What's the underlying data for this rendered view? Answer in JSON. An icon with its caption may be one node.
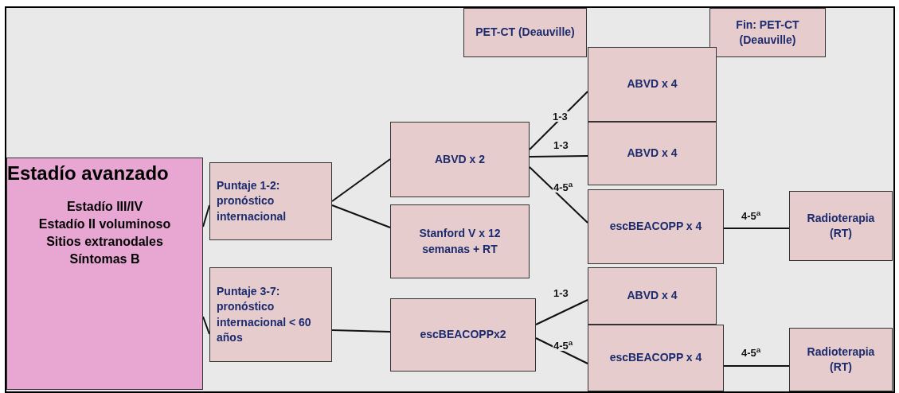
{
  "diagram": {
    "nodes": [
      {
        "text": [
          "Estadío avanzado",
          "Estadío III/IV",
          "Estadío II voluminoso",
          "Sitios extranodales",
          "Síntomas B"
        ]
      },
      {
        "text": [
          "Puntaje 1-2: pronóstico internacional"
        ]
      },
      {
        "text": [
          "Puntaje 3-7: pronóstico internacional < 60 años"
        ]
      },
      {
        "text": [
          "ABVD x 2"
        ]
      },
      {
        "text": [
          "Stanford V x 12 semanas + RT"
        ]
      },
      {
        "text": [
          "escBEACOPPx2"
        ]
      },
      {
        "text": [
          "PET-CT (Deauville)"
        ]
      },
      {
        "text": [
          "Fin: PET-CT (Deauville)"
        ]
      },
      {
        "text": [
          "ABVD x 4"
        ]
      },
      {
        "text": [
          "ABVD x 4"
        ]
      },
      {
        "text": [
          "escBEACOPP x 4"
        ]
      },
      {
        "text": [
          "Radioterapia (RT)"
        ]
      },
      {
        "text": [
          "ABVD x 4"
        ]
      },
      {
        "text": [
          "escBEACOPP x 4"
        ]
      },
      {
        "text": [
          "Radioterapia (RT)"
        ]
      }
    ],
    "edges": [
      {
        "from": 0,
        "to": 1,
        "arrow": "none"
      },
      {
        "from": 0,
        "to": 2,
        "arrow": "none"
      },
      {
        "from": 1,
        "to": 3,
        "arrow": "none"
      },
      {
        "from": 1,
        "to": 4,
        "arrow": "none"
      },
      {
        "from": 2,
        "to": 5,
        "arrow": "none"
      },
      {
        "from": 3,
        "to": 8,
        "arrow": "none",
        "label": "1-3"
      },
      {
        "from": 3,
        "to": 9,
        "arrow": "none",
        "label": "1-3"
      },
      {
        "from": 3,
        "to": 10,
        "arrow": "none",
        "label": "4-5$^{a}$"
      },
      {
        "from": 10,
        "to": 11,
        "arrow": "none",
        "label": "4-5$^{a}$"
      },
      {
        "from": 5,
        "to": 12,
        "arrow": "none",
        "label": "1-3"
      },
      {
        "from": 5,
        "to": 13,
        "arrow": "none",
        "label": "4-5$^{a}$"
      },
      {
        "from": 13,
        "to": 14,
        "arrow": "none",
        "label": "4-5$^{a}$"
      }
    ]
  }
}
